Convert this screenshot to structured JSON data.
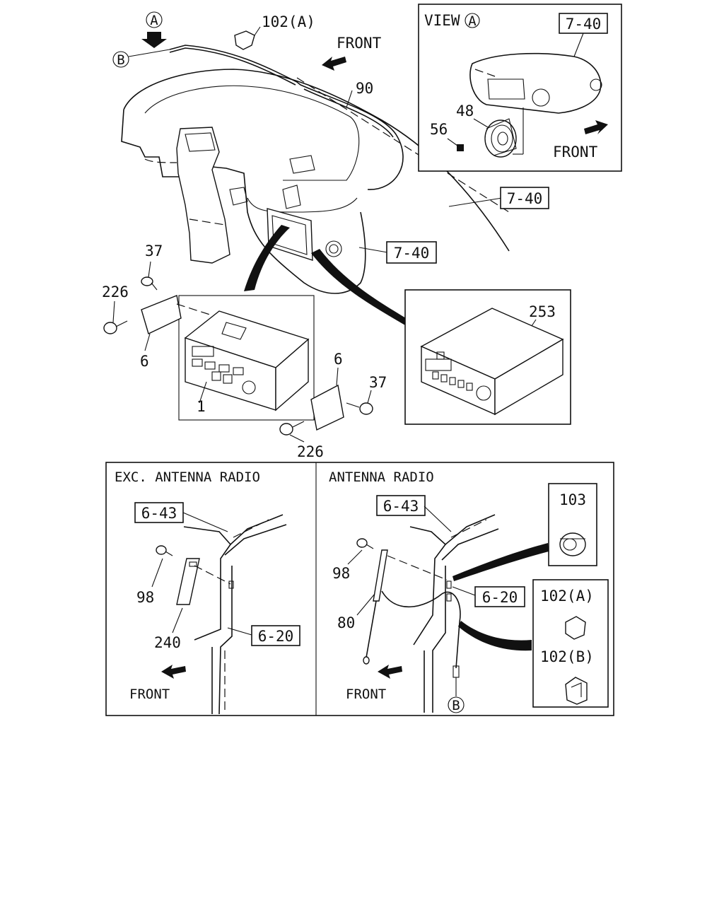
{
  "labels": {
    "circle_a": "A",
    "circle_b_top": "B",
    "circle_b_bottom": "B",
    "front_top": "FRONT",
    "part_102a_top": "102(A)",
    "part_90": "90",
    "ref_7_40_view": "7-40",
    "ref_7_40_right": "7-40",
    "ref_7_40_mid": "7-40",
    "view_a": "VIEW",
    "view_a_circle": "A",
    "part_48": "48",
    "part_56": "56",
    "front_view": "FRONT",
    "part_37_left": "37",
    "part_226_left": "226",
    "part_6_left": "6",
    "part_1": "1",
    "part_6_right": "6",
    "part_37_right": "37",
    "part_226_bottom": "226",
    "part_253": "253",
    "exc_antenna_title": "EXC. ANTENNA RADIO",
    "ref_6_43_left": "6-43",
    "part_98_left": "98",
    "part_240": "240",
    "ref_6_20_left": "6-20",
    "front_left": "FRONT",
    "antenna_title": "ANTENNA RADIO",
    "ref_6_43_right": "6-43",
    "part_98_right": "98",
    "part_80": "80",
    "ref_6_20_right": "6-20",
    "front_right": "FRONT",
    "part_103": "103",
    "part_102a_box": "102(A)",
    "part_102b_box": "102(B)"
  }
}
